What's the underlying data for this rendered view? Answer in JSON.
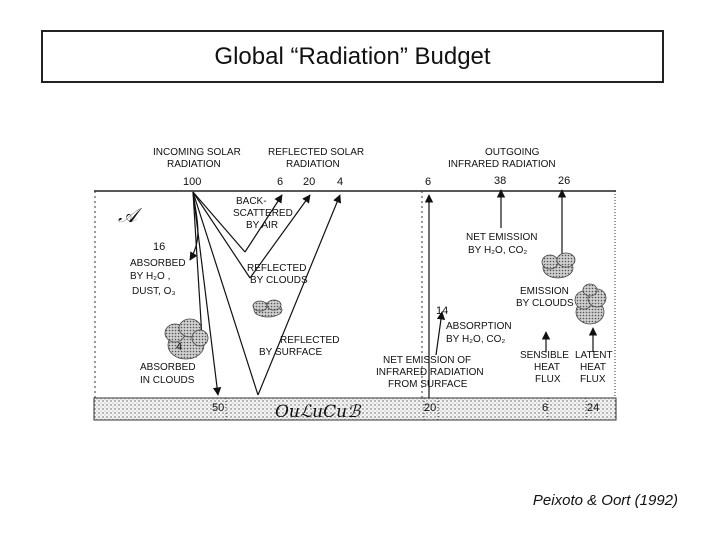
{
  "slide": {
    "title": "Global “Radiation” Budget",
    "citation": "Peixoto & Oort (1992)"
  },
  "diagram": {
    "incoming_solar": {
      "label_1": "INCOMING SOLAR",
      "label_2": "RADIATION",
      "value": "100"
    },
    "reflected_solar": {
      "label_1": "REFLECTED SOLAR",
      "label_2": "RADIATION",
      "by_air": "6",
      "by_clouds": "20",
      "by_surface": "4"
    },
    "outgoing_ir": {
      "label_1": "OUTGOING",
      "label_2": "INFRARED RADIATION",
      "left": "6",
      "mid": "38",
      "right": "26"
    },
    "backscattered": {
      "l1": "BACK-",
      "l2": "SCATTERED",
      "l3": "BY AIR"
    },
    "reflected_clouds": {
      "l1": "REFLECTED",
      "l2": "BY CLOUDS"
    },
    "reflected_surface": {
      "l1": "REFLECTED",
      "l2": "BY SURFACE"
    },
    "absorbed_h2o": {
      "value": "16",
      "l1": "ABSORBED",
      "l2": "BY H₂O ,",
      "l3": "DUST, O₃"
    },
    "absorbed_clouds": {
      "value": "4",
      "l1": "ABSORBED",
      "l2": "IN CLOUDS"
    },
    "net_emission_h2o": {
      "l1": "NET EMISSION",
      "l2": "BY H₂O, CO₂"
    },
    "emission_clouds": {
      "l1": "EMISSION",
      "l2": "BY CLOUDS"
    },
    "absorption": {
      "value": "14",
      "l1": "ABSORPTION",
      "l2": "BY H₂O, CO₂"
    },
    "net_emission_surface": {
      "l1": "NET EMISSION OF",
      "l2": "INFRARED  RADIATION",
      "l3": "FROM SURFACE"
    },
    "sensible_heat": {
      "l1": "SENSIBLE",
      "l2": "HEAT",
      "l3": "FLUX"
    },
    "latent_heat": {
      "l1": "LATENT",
      "l2": "HEAT",
      "l3": "FLUX"
    },
    "surface": {
      "solar_absorbed": "50",
      "ir": "20",
      "sensible": "6",
      "latent": "24"
    },
    "marks": {
      "atmosphere": "𝒜",
      "surface": "OuℒuCuℬ"
    }
  }
}
